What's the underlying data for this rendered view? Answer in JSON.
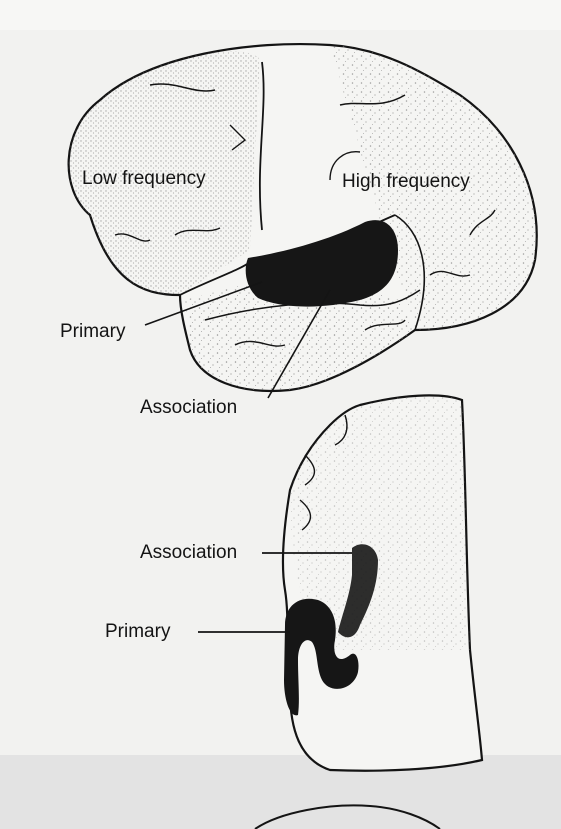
{
  "labels": {
    "low_frequency": "Low frequency",
    "high_frequency": "High frequency",
    "primary_lateral": "Primary",
    "association_lateral": "Association",
    "association_section": "Association",
    "primary_section": "Primary"
  },
  "colors": {
    "ink": "#141414",
    "paper": "#f2f2f0",
    "stipple": "#8a8a8a",
    "auditory_cortex": "#161616"
  }
}
